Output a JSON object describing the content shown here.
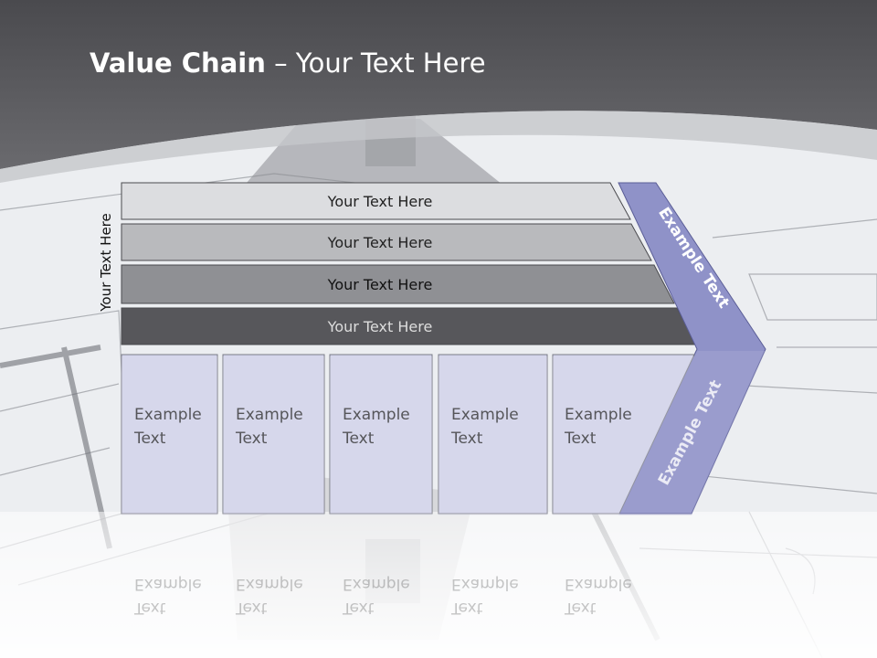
{
  "slide": {
    "title_bold": "Value Chain",
    "title_rest": " – Your Text Here",
    "side_label": "Your Text Here",
    "support_rows": [
      {
        "label": "Your Text Here",
        "fill": "#dcdde0"
      },
      {
        "label": "Your Text Here",
        "fill": "#b9babd"
      },
      {
        "label": "Your Text Here",
        "fill": "#8f9094"
      },
      {
        "label": "Your Text Here",
        "fill": "#57575b"
      }
    ],
    "support_text_colors": [
      "#222222",
      "#222222",
      "#111111",
      "#dddddd"
    ],
    "primary_boxes": [
      {
        "line1": "Example",
        "line2": "Text"
      },
      {
        "line1": "Example",
        "line2": "Text"
      },
      {
        "line1": "Example",
        "line2": "Text"
      },
      {
        "line1": "Example",
        "line2": "Text"
      },
      {
        "line1": "Example",
        "line2": "Text"
      }
    ],
    "chevron_top_text": "Example Text",
    "chevron_bottom_text": "Example Text",
    "colors": {
      "header": "#555559",
      "box_fill": "#d4d6ec",
      "chevron_fill": "#8f92c8",
      "text_white": "#ffffff"
    }
  }
}
